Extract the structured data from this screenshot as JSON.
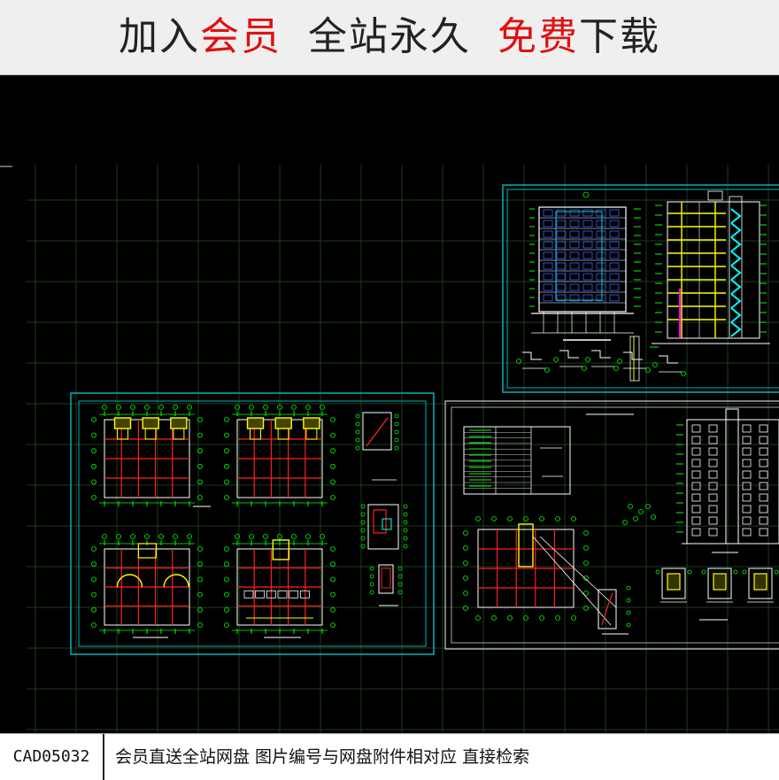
{
  "banner": {
    "seg1": "加入",
    "seg2": "会员",
    "seg3": "全站永久",
    "seg4": "免费",
    "seg5": "下载",
    "colors": {
      "dark": "#222222",
      "red": "#e01010",
      "background": "#efefef"
    }
  },
  "footer": {
    "code": "CAD05032",
    "description": "会员直送全站网盘 图片编号与网盘附件相对应 直接检索"
  },
  "drawing": {
    "background": "#000000",
    "colors": {
      "frame": "#00b4b4",
      "grid": "#1c3c1c",
      "green": "#00ff00",
      "yellow": "#ffff00",
      "red": "#ff2020",
      "white": "#ffffff",
      "magenta": "#ff00ff",
      "cyan": "#00ffff",
      "blue": "#4060ff"
    },
    "sheets": [
      {
        "name": "elevation-sheet"
      },
      {
        "name": "floor-plan-sheet"
      },
      {
        "name": "detail-sheet"
      }
    ]
  }
}
